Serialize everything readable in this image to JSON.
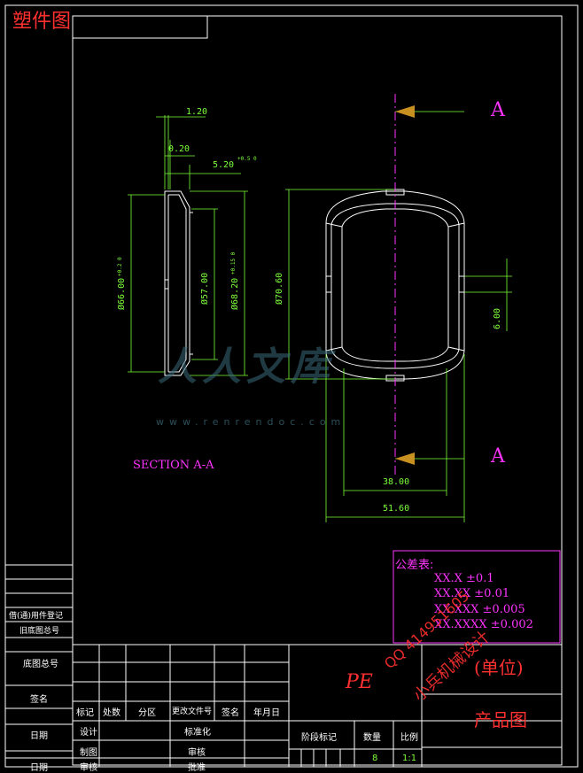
{
  "title": "塑件图",
  "part_view": {
    "dimensions": {
      "thickness": "1.20",
      "step": "0.20",
      "depth": "5.20",
      "depth_tol": "+0.5 0",
      "outer_dia": "Ø66.00",
      "outer_dia_tol": "+0.2 0",
      "inner_dia": "Ø57.00",
      "mid_dia": "Ø68.20",
      "mid_dia_tol": "+0.15 0",
      "plan_dia": "Ø70.60",
      "slot_h": "6.00",
      "width_inner": "38.00",
      "width_outer": "51.60"
    },
    "section_marker": "A",
    "section_label": "SECTION A-A"
  },
  "tolerance_table": {
    "title": "公差表:",
    "rows": [
      "XX.X ±0.1",
      "XX.XX ±0.01",
      "XX.XXX ±0.005",
      "XX.XXXX ±0.002"
    ]
  },
  "title_block": {
    "material": "PE",
    "unit": "(单位)",
    "drawing_name": "产品图",
    "left_column": [
      "借(通)用件登记",
      "旧底图总号",
      "底图总号",
      "签名",
      "日期",
      "日期"
    ],
    "revision_headers": [
      "标记",
      "处数",
      "分区",
      "更改文件号",
      "签名",
      "年月日"
    ],
    "approval_left": [
      "设计",
      "制图",
      "审核"
    ],
    "approval_mid": [
      "标准化",
      "审核",
      "批准"
    ],
    "stage_headers": [
      "阶段标记",
      "数量",
      "比例"
    ],
    "quantity": "8",
    "scale": "1:1"
  },
  "watermark": {
    "text": "人人文库",
    "url": "www.renrendoc.com",
    "qq": "QQ 414951605",
    "shop": "小兵机械设计"
  },
  "colors": {
    "background": "#000000",
    "outline": "#ffffff",
    "dimension": "#7cff3a",
    "annotation": "#ff33ff",
    "title": "#ff3030",
    "arrow": "#c89020"
  }
}
